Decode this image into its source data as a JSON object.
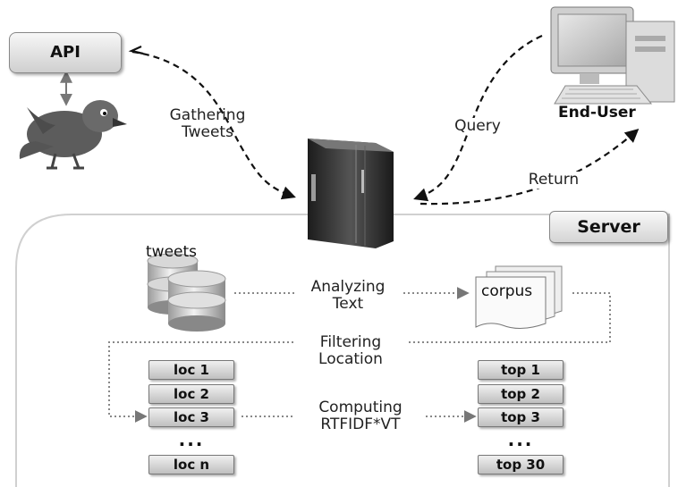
{
  "nodes": {
    "api": "API",
    "end_user": "End-User",
    "server": "Server",
    "tweets": "tweets",
    "corpus": "corpus"
  },
  "edges": {
    "gathering_tweets": [
      "Gathering",
      "Tweets"
    ],
    "query": "Query",
    "return": "Return",
    "analyzing_text": [
      "Analyzing",
      "Text"
    ],
    "filtering_location": [
      "Filtering",
      "Location"
    ],
    "computing": [
      "Computing",
      "RTFIDF*VT"
    ]
  },
  "locations": [
    "loc 1",
    "loc 2",
    "loc 3",
    "loc n"
  ],
  "tops": [
    "top 1",
    "top 2",
    "top 3",
    "top 30"
  ],
  "ellipsis": "..."
}
